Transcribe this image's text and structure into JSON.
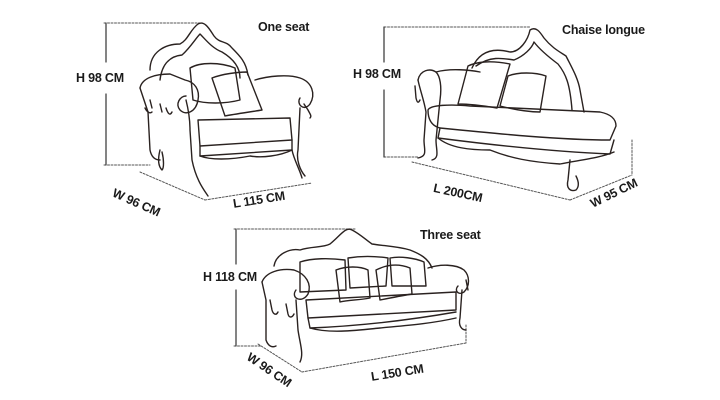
{
  "diagram": {
    "one_seat": {
      "title": "One seat",
      "height": "H 98 CM",
      "width": "W 96 CM",
      "length": "L 115 CM"
    },
    "chaise_longue": {
      "title": "Chaise longue",
      "height": "H 98 CM",
      "length": "L 200CM",
      "width": "W 95 CM"
    },
    "three_seat": {
      "title": "Three seat",
      "height": "H 118 CM",
      "width": "W 96 CM",
      "length": "L 150 CM"
    }
  }
}
